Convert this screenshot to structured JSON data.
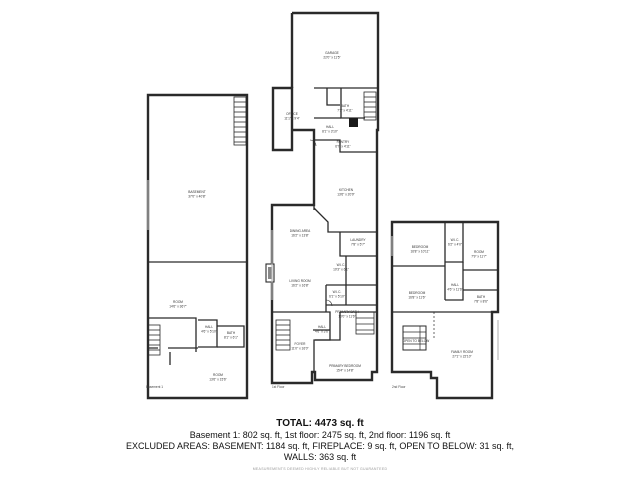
{
  "rooms": {
    "garage": {
      "name": "GARAGE",
      "dim": "22'0\" x 11'5\""
    },
    "bath_1": {
      "name": "BATH",
      "dim": "7'1\" x 4'11\""
    },
    "office": {
      "name": "OFFICE",
      "dim": "11'1\" x 9'4\""
    },
    "hall_1": {
      "name": "HALL",
      "dim": "8'1\" x 3'10\""
    },
    "pantry": {
      "name": "PANTRY",
      "dim": "6'7\" x 4'11\""
    },
    "kitchen": {
      "name": "KITCHEN",
      "dim": "13'6\" x 20'9\""
    },
    "dining": {
      "name": "DINING AREA",
      "dim": "16'2\" x 13'8\""
    },
    "laundry": {
      "name": "LAUNDRY",
      "dim": "7'8\" x 5'7\""
    },
    "wic": {
      "name": "W.I.C.",
      "dim": "10'3\" x 6'1\""
    },
    "living": {
      "name": "LIVING ROOM",
      "dim": "16'2\" x 16'8\""
    },
    "wic_2": {
      "name": "W.I.C.",
      "dim": "6'1\" x 5'10\""
    },
    "primary_bath": {
      "name": "PRIMARY BATH",
      "dim": "10'0\" x 11'6\""
    },
    "hall_2": {
      "name": "HALL",
      "dim": "4'6\" x 3'6\""
    },
    "foyer": {
      "name": "FOYER",
      "dim": "11'0\" x 16'0\""
    },
    "primary_bedroom": {
      "name": "PRIMARY BEDROOM",
      "dim": "15'4\" x 14'8\""
    },
    "basement": {
      "name": "BASEMENT",
      "dim": "37'0\" x 40'8\""
    },
    "room_b1": {
      "name": "ROOM",
      "dim": "14'6\" x 36'7\""
    },
    "hall_b": {
      "name": "HALL",
      "dim": "4'6\" x 5'10\""
    },
    "bath_b": {
      "name": "BATH",
      "dim": "8'1\" x 6'1\""
    },
    "room_b2": {
      "name": "ROOM",
      "dim": "13'6\" x 15'6\""
    },
    "bedroom_1": {
      "name": "BEDROOM",
      "dim": "16'8\" x 10'11\""
    },
    "wic_3": {
      "name": "W.I.C.",
      "dim": "6'2\" x 4'0\""
    },
    "room_2f": {
      "name": "ROOM",
      "dim": "7'9\" x 11'7\""
    },
    "bedroom_2": {
      "name": "BEDROOM",
      "dim": "16'8\" x 11'6\""
    },
    "hall_3": {
      "name": "HALL",
      "dim": "4'6\" x 11'6\""
    },
    "bath_2": {
      "name": "BATH",
      "dim": "7'8\" x 8'6\""
    },
    "open_below": {
      "name": "OPEN TO BELOW",
      "dim": ""
    },
    "family_room": {
      "name": "FAMILY ROOM",
      "dim": "27'1\" x 22'10\""
    }
  },
  "floor_labels": {
    "basement": "Basement 1",
    "first": "1st Floor",
    "second": "2nd Floor"
  },
  "summary": {
    "total": "TOTAL: 4473 sq. ft",
    "line1": "Basement 1: 802 sq. ft, 1st floor: 2475 sq. ft, 2nd floor: 1196 sq. ft",
    "line2": "EXCLUDED AREAS: BASEMENT: 1184 sq. ft, FIREPLACE: 9 sq. ft, OPEN TO BELOW: 31 sq. ft,",
    "line3": "WALLS: 363 sq. ft",
    "disclaimer": "MEASUREMENTS DEEMED HIGHLY RELIABLE BUT NOT GUARANTEED"
  }
}
